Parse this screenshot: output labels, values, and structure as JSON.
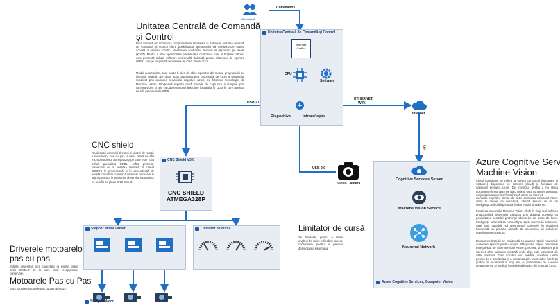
{
  "operator": {
    "label": "Operatorii",
    "arrow_label": "Commands"
  },
  "ucc": {
    "title_line1": "Unitatea Centrală de Comandă",
    "title_line2": "și Control",
    "para1": "Fiind formată din îmbinarea componentelor Hardware și Software, unitatea centrală de comandă și control oferă posibilitatea operatorului să monitorizeze starea actuală a brațului robotic, efectuarea controlului manual al deplasării pe axele (X,Y,Z). Pentru a oferi operatorului posibilitatea controlului total al brațului robotic, este prezentă soluția software universală dedicată pentru sistemele de operare GRBL, soluție ce poartă denumirea de CNC Shield V3.0.",
    "para2": "Modul automatizat, care poate fi ales de către operator din meniul programului cu interfață grafică, are drept scop automatizarea procesului de lucru a sistemului robotizat prin apelarea serviciului cognitive Azure, cu folosirea tehnologiei de Machine Vision. Programul suportă două metode de capturare a imaginii, prin camera video și prin introducerea unui link către fotografia în cazul în care aceasta se află pe resursele WEB."
  },
  "ucc_box": {
    "header": "Unitatea Centrală de Comandă și Control",
    "gui_label": "Interfața Grafică",
    "cpu_label": "CPU",
    "software_label": "Software",
    "io_label_left": "Dispozitive",
    "io_label_right": "Intrare/Ieșire"
  },
  "links": {
    "usb_top": "USB 2.0",
    "usb_camera": "USB 2.0",
    "ethernet": "ETHERNET,",
    "wifi": "WiFi",
    "api": "API",
    "internet": "Internet"
  },
  "camera": {
    "label": "Video Camera"
  },
  "cnc": {
    "title": "CNC shield",
    "desc": "Realizează controlul direcției și vitezei de rotație a motoarelor pas cu pas la baza placă se află microcontrolerul Atmega328p pe care este rulat softul specializat GRBL, softul primește comenzile de la unitatea centrală în format GCODE le procesează și în dependență de acestă comandă formează semnale necesare la ieșire pentru a le transmite driverelor motoarelor ce se află pe placa CNC Shield.",
    "box_header": "CNC Shield V3.0",
    "name_line1": "CNC SHIELD",
    "name_line2": "ATMEGA328P"
  },
  "drivers": {
    "title_line1": "Driverele motoarelor",
    "title_line2": "pas cu pas",
    "desc": "Intărite driverelor sunt conectate la ieșirile plăcii CNC SHIELD de la care sunt recepționate comenzile.",
    "box_header": "Stepper Motor Driver"
  },
  "limiter": {
    "title": "Limitator de cursă",
    "desc": "Se folosește pentru a limita unghiul de rotire a fiecărei axe de coordonate pentru a preveni deteriorarea sistemului.",
    "box_header": "Limitator de cursă"
  },
  "motors": {
    "title": "Motoarele Pas cu Pas",
    "desc": "Sunt folosite motoarele pas cu pas Nema17.",
    "box_header": "Stepper Motor"
  },
  "azure": {
    "title_line1": "Azure Cognitive Services",
    "title_line2": "Machine Vision",
    "para1": "Cloud computing se referă la servicii de calcul (hardware și software) disponibile pe internet (cloud) și furnizate de companii precum Azure. De exemplu, pentru a nu stoca documente importante pe hard disk-ul unui computer personal, majoritatea oamenilor îl stochează acum pe internet.",
    "para2": "Serviciile cognitive oferite de către compania Microsoft Azure oferă la nevoie de necesități, oferind servicii ce țin de inteligența artificială pentru a învăța mașini virtuale etc.",
    "para3": "Folosirea serviciului Machine Vision oferă în timp real mărirea productivității sistemului robotizat prin dotarea acestuia cu posibilitatea sesizării prezenței obiectelor din zona de lucru. Inteligența artificială se bazează pe rețele neuronale antrenate, care sunt capabile să recunoască obiectele în imaginea transmisă, cu precizie ridicată, de asemenea să calculeze coordonatele acestora.",
    "para4": "Detectarea brațului se realizează cu ajutorul rețelei neuronale antrenate special pentru acesta. Răspunsul rețelei neuronale este preluat de către serviciul Azure, procesat și transmis prin internet către unitatea centrală unde deja este vizualizat de către operator. Toate acestea fiind posibile, acestuia îi este permis de a monitoriza și a comanda prin intermediul interfeței grafice de la distanță în timp real, cu posibilitatea de a vedea de asemenea și predicții la nivelul obiectului din zona de lucru.",
    "box_footer": "Azure Cognitive Services, Computer Vision",
    "server_label": "Cognitive Services Server",
    "mv_label": "Machine Vision Service",
    "nn_label": "Neuronal Network"
  },
  "colors": {
    "accent": "#1f6fc5",
    "box_bg": "#e8ecf3",
    "box_border": "#b7c3d6",
    "icon_dark": "#2b3e5a"
  }
}
